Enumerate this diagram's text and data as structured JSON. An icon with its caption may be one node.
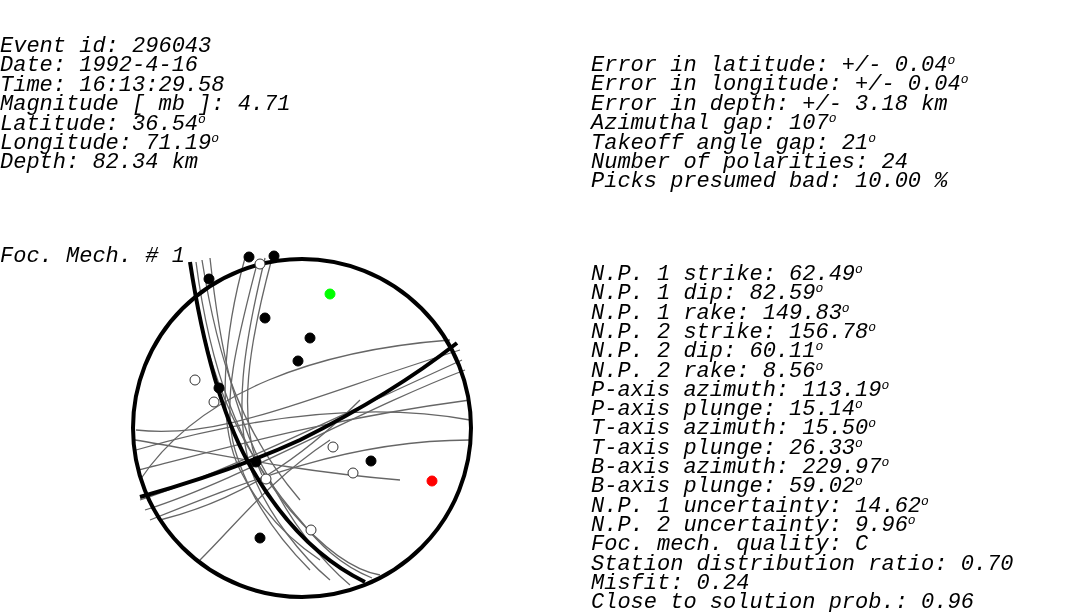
{
  "diagram": {
    "labels": [
      "Event id: 296043",
      "Date: 1992-4-16",
      "Time: 16:13:29.58",
      "Magnitude [ mb ]: 4.71",
      "Latitude: 36.54$^{o}$",
      "Longitude: 71.19$^{o}$",
      "Depth: 82.34 km",
      "Error in latitude: +/- 0.04$^{o}$",
      "Error in longitude: +/- 0.04$^{o}$",
      "Error in depth: +/- 3.18 km",
      "Azimuthal gap: 107$^{o}$",
      "Takeoff angle gap: 21$^{o}$",
      "Number of polarities: 24",
      "Picks presumed bad: 10.00 %",
      "Foc. Mech. # 1",
      "N.P. 1 strike: 62.49$^{o}$",
      "N.P. 1 dip: 82.59$^{o}$",
      "N.P. 1 rake: 149.83$^{o}$",
      "N.P. 2 strike: 156.78$^{o}$",
      "N.P. 2 dip: 60.11$^{o}$",
      "N.P. 2 rake: 8.56$^{o}$",
      "P-axis azimuth: 113.19$^{o}$",
      "P-axis plunge: 15.14$^{o}$",
      "T-axis azimuth: 15.50$^{o}$",
      "T-axis plunge: 26.33$^{o}$",
      "B-axis azimuth: 229.97$^{o}$",
      "B-axis plunge: 59.02$^{o}$",
      "N.P. 1 uncertainty: 14.62$^{o}$",
      "N.P. 2 uncertainty: 9.96$^{o}$",
      "Foc. mech. quality: C",
      "Station distribution ratio: 0.70",
      "Misfit: 0.24",
      "Close to solution prob.: 0.96"
    ]
  }
}
